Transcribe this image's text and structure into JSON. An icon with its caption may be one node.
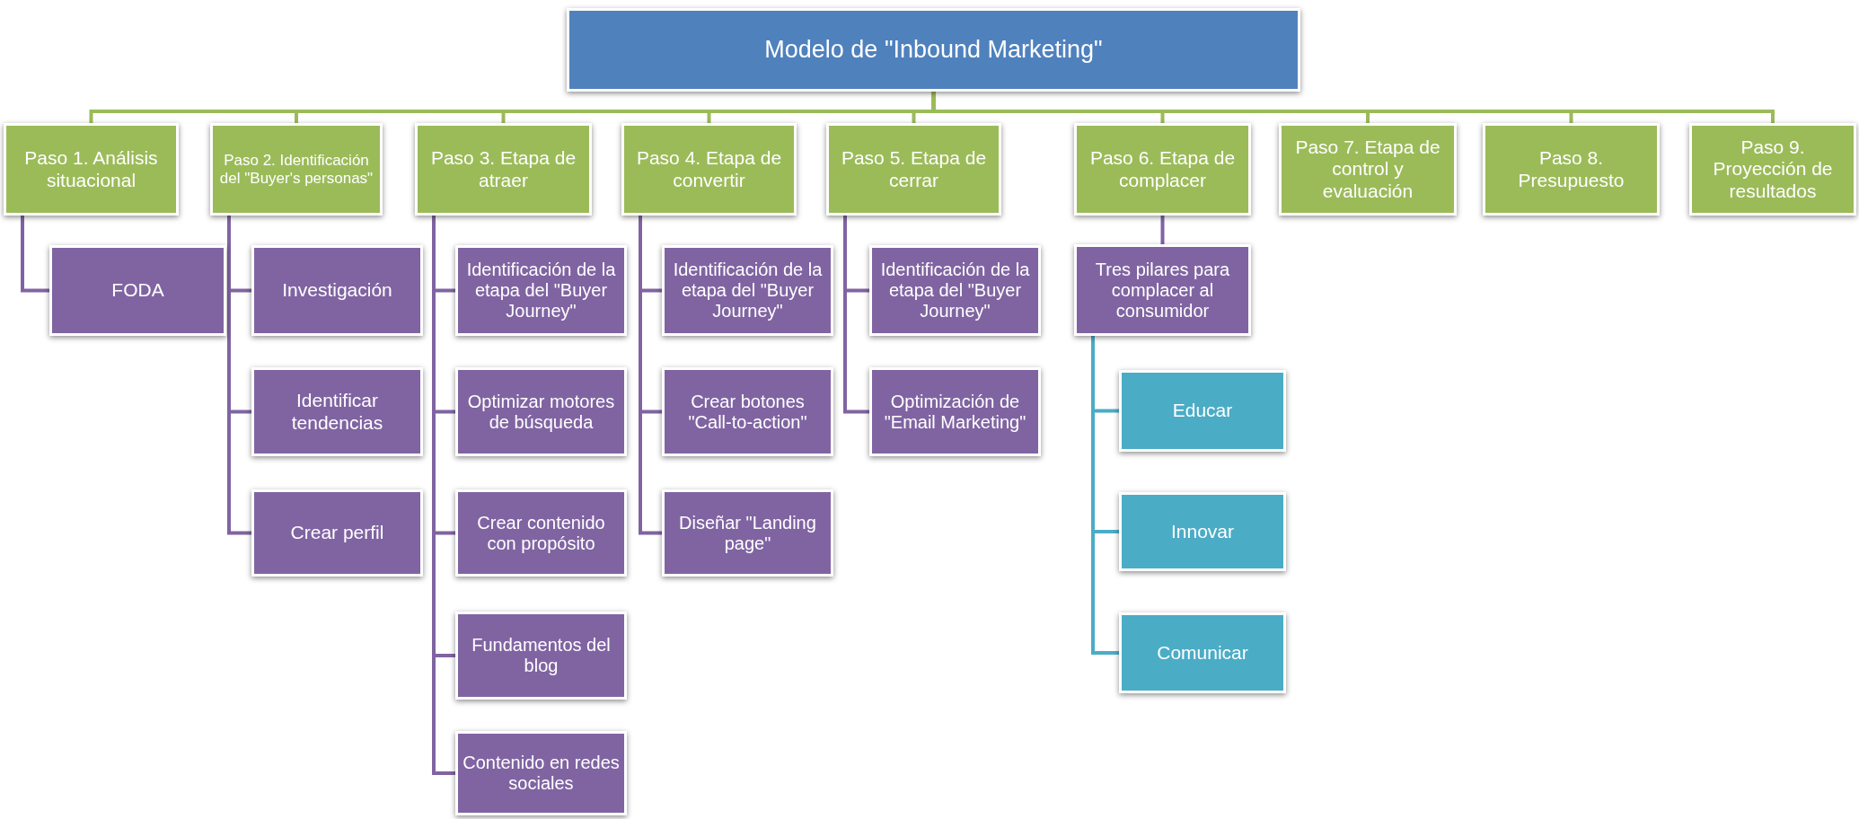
{
  "diagram": {
    "nodes": [
      {
        "text": [
          "Modelo de \"Inbound Marketing\""
        ]
      },
      {
        "text": [
          "Paso 1. Análisis situacional"
        ]
      },
      {
        "text": [
          "Paso 2. Identificación del \"Buyer's personas\""
        ]
      },
      {
        "text": [
          "Paso 3. Etapa de atraer"
        ]
      },
      {
        "text": [
          "Paso 4. Etapa de convertir"
        ]
      },
      {
        "text": [
          "Paso 5. Etapa de cerrar"
        ]
      },
      {
        "text": [
          "Paso 6. Etapa de complacer"
        ]
      },
      {
        "text": [
          "Paso 7. Etapa de control y evaluación"
        ]
      },
      {
        "text": [
          "Paso 8. Presupuesto"
        ]
      },
      {
        "text": [
          "Paso 9. Proyección de resultados"
        ]
      },
      {
        "text": [
          "FODA"
        ]
      },
      {
        "text": [
          "Investigación"
        ]
      },
      {
        "text": [
          "Identificar tendencias"
        ]
      },
      {
        "text": [
          "Crear perfil"
        ]
      },
      {
        "text": [
          "Identificación de la etapa del \"Buyer Journey\""
        ]
      },
      {
        "text": [
          "Optimizar motores de búsqueda"
        ]
      },
      {
        "text": [
          "Crear contenido con propósito"
        ]
      },
      {
        "text": [
          "Fundamentos del blog"
        ]
      },
      {
        "text": [
          "Contenido en redes sociales"
        ]
      },
      {
        "text": [
          "Identificación de la etapa del \"Buyer Journey\""
        ]
      },
      {
        "text": [
          "Crear botones \"Call-to-action\""
        ]
      },
      {
        "text": [
          "Diseñar \"Landing page\""
        ]
      },
      {
        "text": [
          "Identificación de la etapa del \"Buyer Journey\""
        ]
      },
      {
        "text": [
          "Optimización de \"Email Marketing\""
        ]
      },
      {
        "text": [
          "Tres pilares para complacer al consumidor"
        ]
      },
      {
        "text": [
          "Educar"
        ]
      },
      {
        "text": [
          "Innovar"
        ]
      },
      {
        "text": [
          "Comunicar"
        ]
      }
    ],
    "edges": [
      {
        "from": 0,
        "to": 1,
        "arrow": "none",
        "color": "#9bbb59"
      },
      {
        "from": 0,
        "to": 2,
        "arrow": "none",
        "color": "#9bbb59"
      },
      {
        "from": 0,
        "to": 3,
        "arrow": "none",
        "color": "#9bbb59"
      },
      {
        "from": 0,
        "to": 4,
        "arrow": "none",
        "color": "#9bbb59"
      },
      {
        "from": 0,
        "to": 5,
        "arrow": "none",
        "color": "#9bbb59"
      },
      {
        "from": 0,
        "to": 6,
        "arrow": "none",
        "color": "#9bbb59"
      },
      {
        "from": 0,
        "to": 7,
        "arrow": "none",
        "color": "#9bbb59"
      },
      {
        "from": 0,
        "to": 8,
        "arrow": "none",
        "color": "#9bbb59"
      },
      {
        "from": 0,
        "to": 9,
        "arrow": "none",
        "color": "#9bbb59"
      },
      {
        "from": 1,
        "to": 10,
        "arrow": "none"
      },
      {
        "from": 2,
        "to": 11,
        "arrow": "none"
      },
      {
        "from": 2,
        "to": 12,
        "arrow": "none"
      },
      {
        "from": 2,
        "to": 13,
        "arrow": "none"
      },
      {
        "from": 3,
        "to": 14,
        "arrow": "none"
      },
      {
        "from": 3,
        "to": 15,
        "arrow": "none"
      },
      {
        "from": 3,
        "to": 16,
        "arrow": "none"
      },
      {
        "from": 3,
        "to": 17,
        "arrow": "none"
      },
      {
        "from": 3,
        "to": 18,
        "arrow": "none"
      },
      {
        "from": 4,
        "to": 19,
        "arrow": "none"
      },
      {
        "from": 4,
        "to": 20,
        "arrow": "none"
      },
      {
        "from": 4,
        "to": 21,
        "arrow": "none"
      },
      {
        "from": 5,
        "to": 22,
        "arrow": "none"
      },
      {
        "from": 5,
        "to": 23,
        "arrow": "none"
      },
      {
        "from": 6,
        "to": 24,
        "arrow": "none"
      },
      {
        "from": 24,
        "to": 25,
        "arrow": "none",
        "color": "#4bacc6"
      },
      {
        "from": 24,
        "to": 26,
        "arrow": "none",
        "color": "#4bacc6"
      },
      {
        "from": 24,
        "to": 27,
        "arrow": "none",
        "color": "#4bacc6"
      }
    ]
  }
}
